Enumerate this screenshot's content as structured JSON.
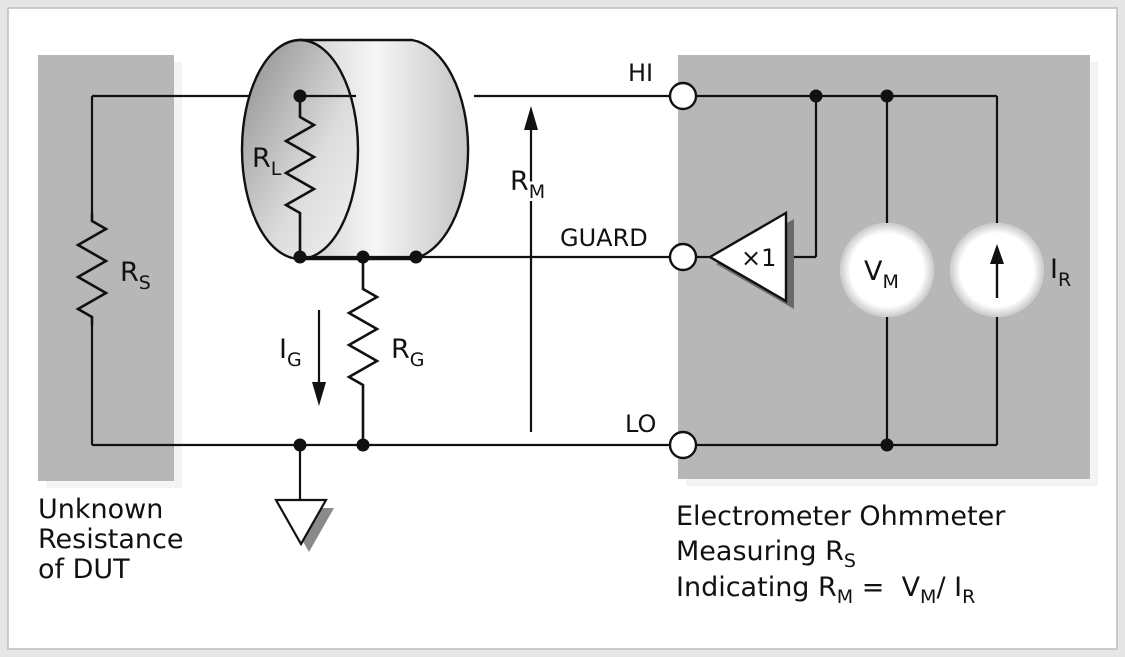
{
  "colors": {
    "background": "#e6e6e6",
    "panel": "#ffffff",
    "box_fill": "#b7b7b7",
    "wire": "#111111"
  },
  "labels": {
    "r_s": {
      "main": "R",
      "sub": "S"
    },
    "r_l": {
      "main": "R",
      "sub": "L"
    },
    "r_g": {
      "main": "R",
      "sub": "G"
    },
    "i_g": {
      "main": "I",
      "sub": "G"
    },
    "r_m": {
      "main": "R",
      "sub": "M"
    },
    "v_m": {
      "main": "V",
      "sub": "M"
    },
    "i_r": {
      "main": "I",
      "sub": "R"
    },
    "hi": "HI",
    "guard": "GUARD",
    "lo": "LO",
    "buffer": "×1"
  },
  "dut_caption": [
    "Unknown",
    "Resistance",
    "of DUT"
  ],
  "meter_caption": {
    "line1": "Electrometer Ohmmeter",
    "line2_main": "Measuring R",
    "line2_sub": "S",
    "line3_a": "Indicating R",
    "line3_a_sub": "M",
    "line3_b": " =  V",
    "line3_b_sub": "M",
    "line3_c": "/ I",
    "line3_c_sub": "R"
  },
  "icons": [
    "ground-icon",
    "cable-icon",
    "buffer-amplifier-icon",
    "voltmeter-icon",
    "current-source-icon"
  ]
}
